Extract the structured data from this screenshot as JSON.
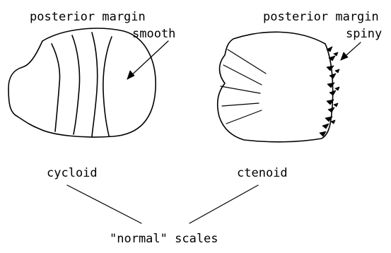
{
  "labels": {
    "cycloid_margin_line1": "posterior margin",
    "cycloid_margin_line2": "smooth",
    "ctenoid_margin_line1": "posterior margin",
    "ctenoid_margin_line2": "spiny",
    "cycloid_name": "cycloid",
    "ctenoid_name": "ctenoid",
    "group_name": "\"normal\" scales"
  },
  "colors": {
    "ink": "#000000",
    "background": "#ffffff"
  }
}
